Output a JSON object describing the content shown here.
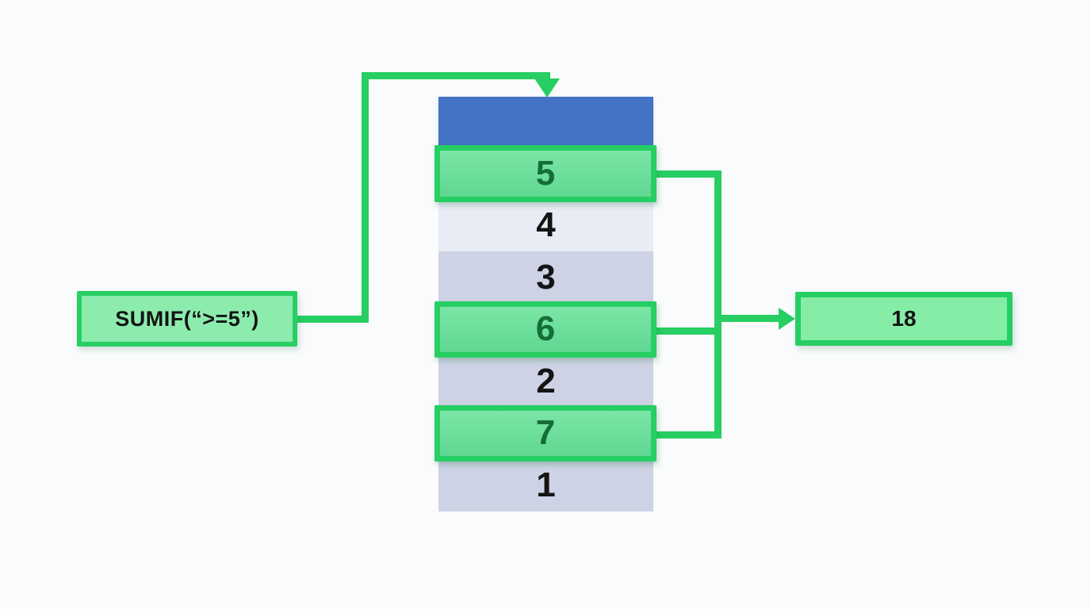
{
  "diagram": {
    "formula_box": {
      "label": "SUMIF(“>=5”)"
    },
    "column": {
      "header_label": "",
      "rows": [
        {
          "value": "5",
          "highlighted": true
        },
        {
          "value": "4",
          "highlighted": false
        },
        {
          "value": "3",
          "highlighted": false
        },
        {
          "value": "6",
          "highlighted": true
        },
        {
          "value": "2",
          "highlighted": false
        },
        {
          "value": "7",
          "highlighted": true
        },
        {
          "value": "1",
          "highlighted": false
        }
      ]
    },
    "result_box": {
      "value": "18"
    },
    "colors": {
      "accent_green": "#27ce63",
      "header_blue": "#4472c4",
      "row_dark": "#cdd3e4",
      "row_light": "#e9ecf5",
      "highlight_fill_top": "#7ce5a6",
      "highlight_fill_bottom": "#5fd892",
      "box_fill": "#8cecae",
      "result_fill": "#86eda6",
      "green_text": "#156e38",
      "background": "#fafbfc"
    }
  }
}
